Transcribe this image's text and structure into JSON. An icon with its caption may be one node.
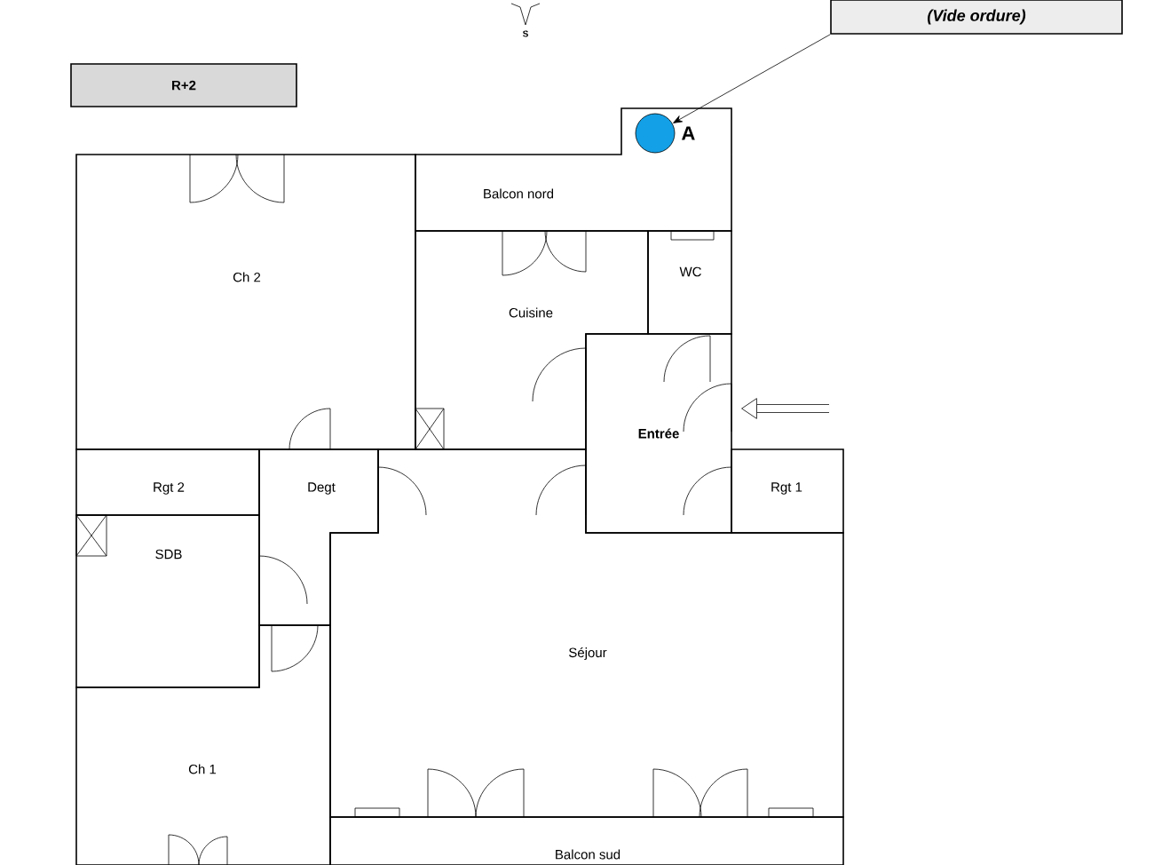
{
  "diagram": {
    "nodes": [
      {
        "text": [
          "(Vide ordure)"
        ]
      },
      {
        "text": [
          "R+2"
        ]
      },
      {
        "text": [
          "Balcon nord"
        ]
      },
      {
        "text": [],
        "shape": "circle",
        "in": 2,
        "beside": [
          "A"
        ]
      },
      {
        "text": [
          "Ch 2"
        ]
      },
      {
        "text": [
          "Cuisine"
        ]
      },
      {
        "text": [
          "WC"
        ]
      },
      {
        "text": [
          "Entrée"
        ]
      },
      {
        "text": [
          "Rgt 1"
        ]
      },
      {
        "text": [
          "Rgt 2"
        ]
      },
      {
        "text": [
          "Degt"
        ]
      },
      {
        "text": [
          "SDB"
        ]
      },
      {
        "text": [
          "Séjour"
        ]
      },
      {
        "text": [
          "Ch 1"
        ]
      },
      {
        "text": [
          "Balcon sud"
        ]
      }
    ],
    "edges": [
      {
        "from": 0,
        "to": 3,
        "arrow": "to"
      },
      {
        "from": null,
        "to": 7,
        "arrow": "to",
        "style": "thick"
      }
    ],
    "labels": [
      "S"
    ]
  }
}
